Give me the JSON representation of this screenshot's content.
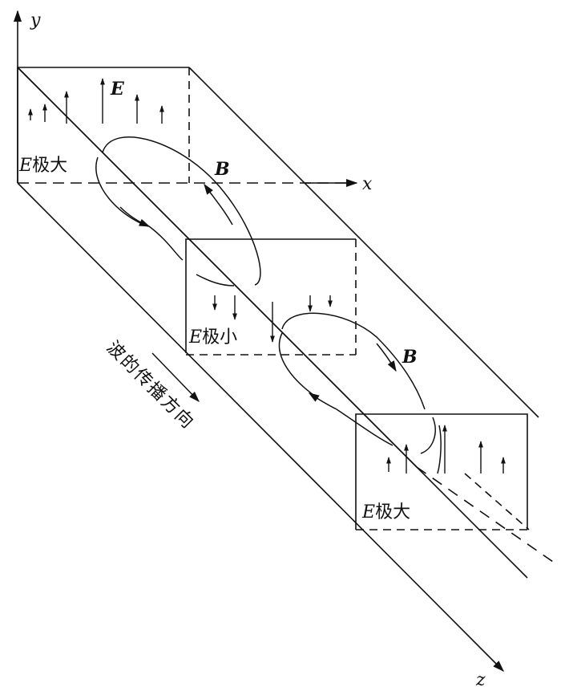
{
  "axes": {
    "y_label": "y",
    "x_label": "x",
    "z_label": "z"
  },
  "field_labels": {
    "electric": "E",
    "magnetic_1": "B",
    "magnetic_2": "B"
  },
  "regions": [
    {
      "symbol": "E",
      "text": "极大"
    },
    {
      "symbol": "E",
      "text": "极小"
    },
    {
      "symbol": "E",
      "text": "极大"
    }
  ],
  "propagation_label": "波的传播方向",
  "colors": {
    "ink": "#111111",
    "background": "#ffffff"
  }
}
